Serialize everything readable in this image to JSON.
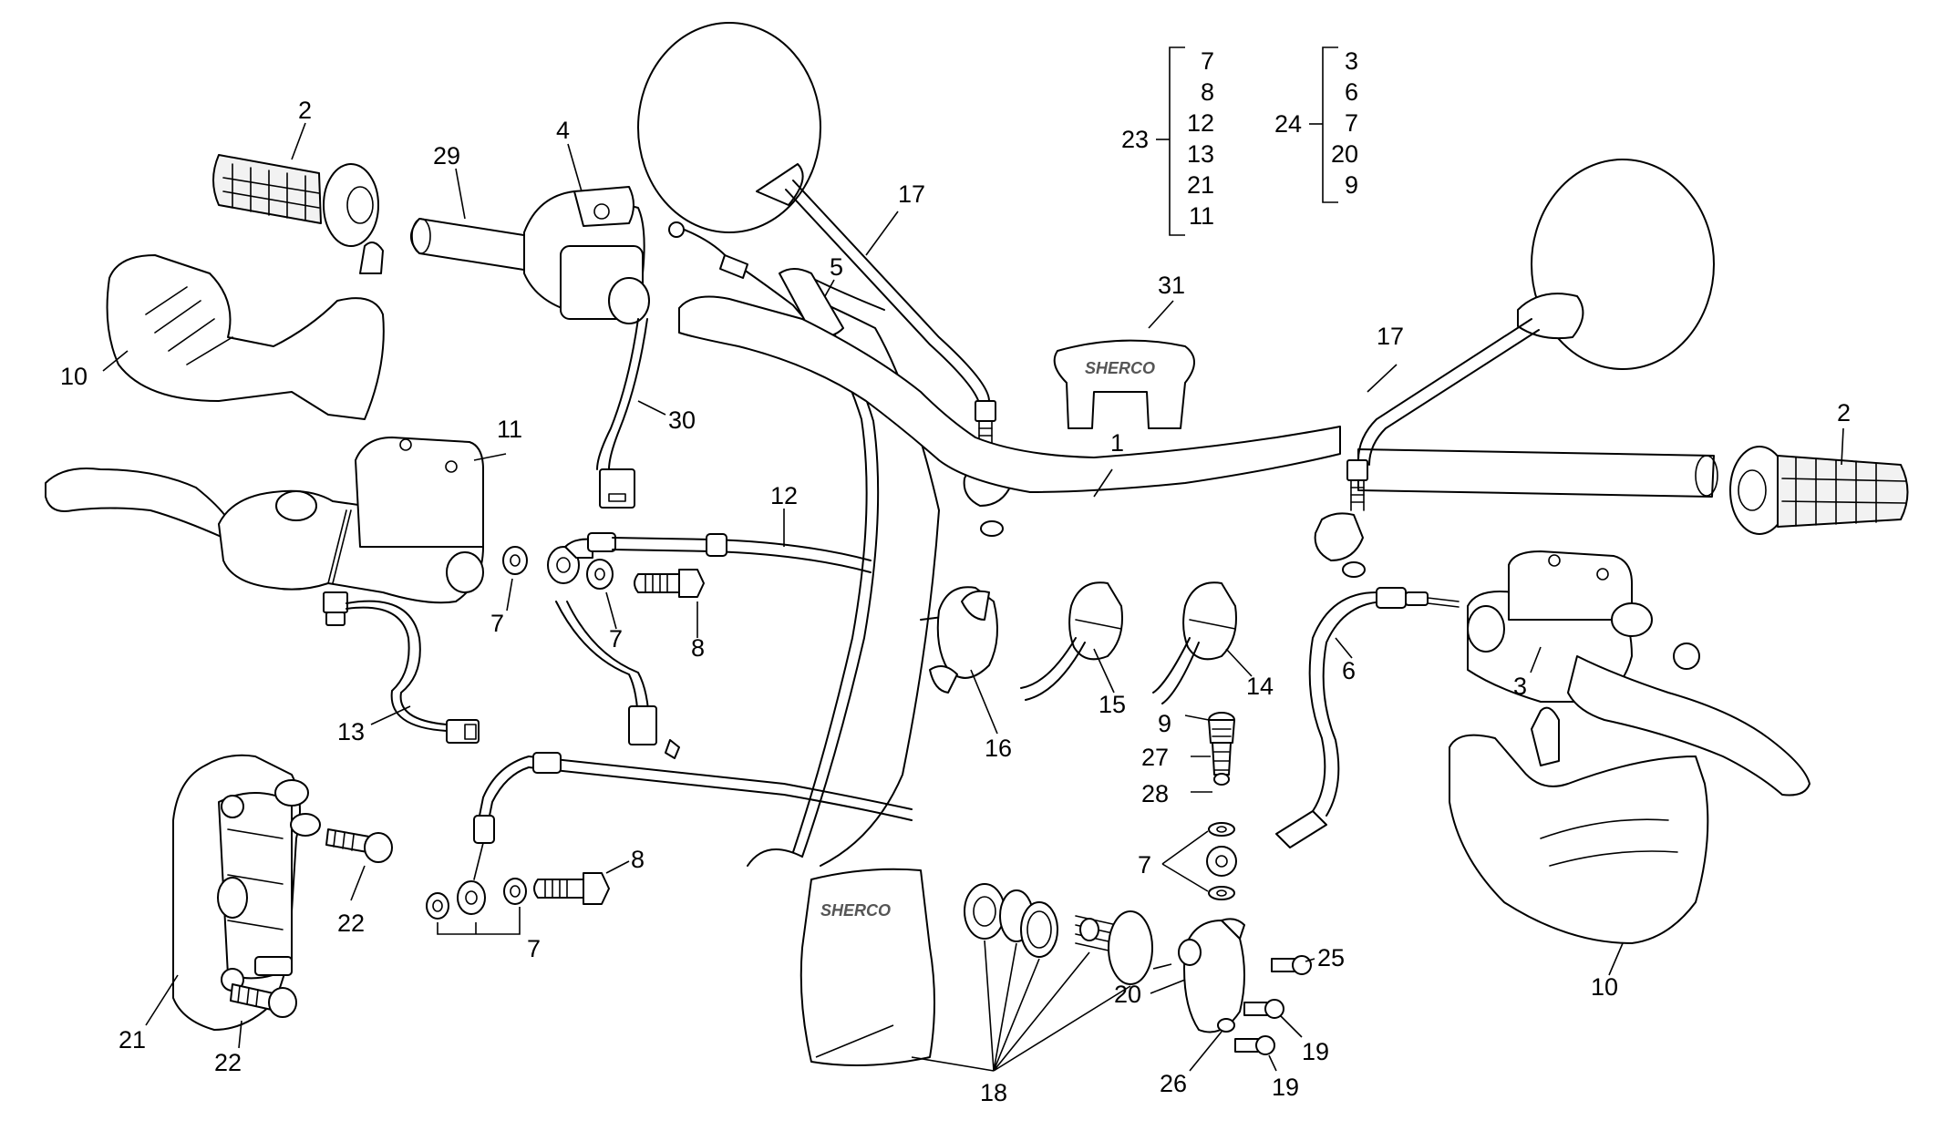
{
  "callouts": [
    {
      "id": "c-2a",
      "text": "2"
    },
    {
      "id": "c-29",
      "text": "29"
    },
    {
      "id": "c-4",
      "text": "4"
    },
    {
      "id": "c-17a",
      "text": "17"
    },
    {
      "id": "c-5",
      "text": "5"
    },
    {
      "id": "c-10a",
      "text": "10"
    },
    {
      "id": "c-30",
      "text": "30"
    },
    {
      "id": "c-11",
      "text": "11"
    },
    {
      "id": "c-12",
      "text": "12"
    },
    {
      "id": "c-7a",
      "text": "7"
    },
    {
      "id": "c-7b",
      "text": "7"
    },
    {
      "id": "c-8a",
      "text": "8"
    },
    {
      "id": "c-13",
      "text": "13"
    },
    {
      "id": "c-31",
      "text": "31"
    },
    {
      "id": "c-1",
      "text": "1"
    },
    {
      "id": "c-17b",
      "text": "17"
    },
    {
      "id": "c-2b",
      "text": "2"
    },
    {
      "id": "c-16",
      "text": "16"
    },
    {
      "id": "c-15",
      "text": "15"
    },
    {
      "id": "c-14",
      "text": "14"
    },
    {
      "id": "c-6",
      "text": "6"
    },
    {
      "id": "c-3",
      "text": "3"
    },
    {
      "id": "c-9",
      "text": "9"
    },
    {
      "id": "c-27",
      "text": "27"
    },
    {
      "id": "c-28",
      "text": "28"
    },
    {
      "id": "c-7c",
      "text": "7"
    },
    {
      "id": "c-10b",
      "text": "10"
    },
    {
      "id": "c-8b",
      "text": "8"
    },
    {
      "id": "c-7d",
      "text": "7"
    },
    {
      "id": "c-22a",
      "text": "22"
    },
    {
      "id": "c-21",
      "text": "21"
    },
    {
      "id": "c-22b",
      "text": "22"
    },
    {
      "id": "c-18",
      "text": "18"
    },
    {
      "id": "c-20",
      "text": "20"
    },
    {
      "id": "c-25",
      "text": "25"
    },
    {
      "id": "c-19a",
      "text": "19"
    },
    {
      "id": "c-26",
      "text": "26"
    },
    {
      "id": "c-19b",
      "text": "19"
    }
  ],
  "groups": [
    {
      "label": "23",
      "items": [
        "7",
        "8",
        "12",
        "13",
        "21",
        "11"
      ]
    },
    {
      "label": "24",
      "items": [
        "3",
        "6",
        "7",
        "20",
        "9"
      ]
    }
  ],
  "brand_logos": {
    "cap": "SHERCO",
    "bag": "SHERCO"
  }
}
